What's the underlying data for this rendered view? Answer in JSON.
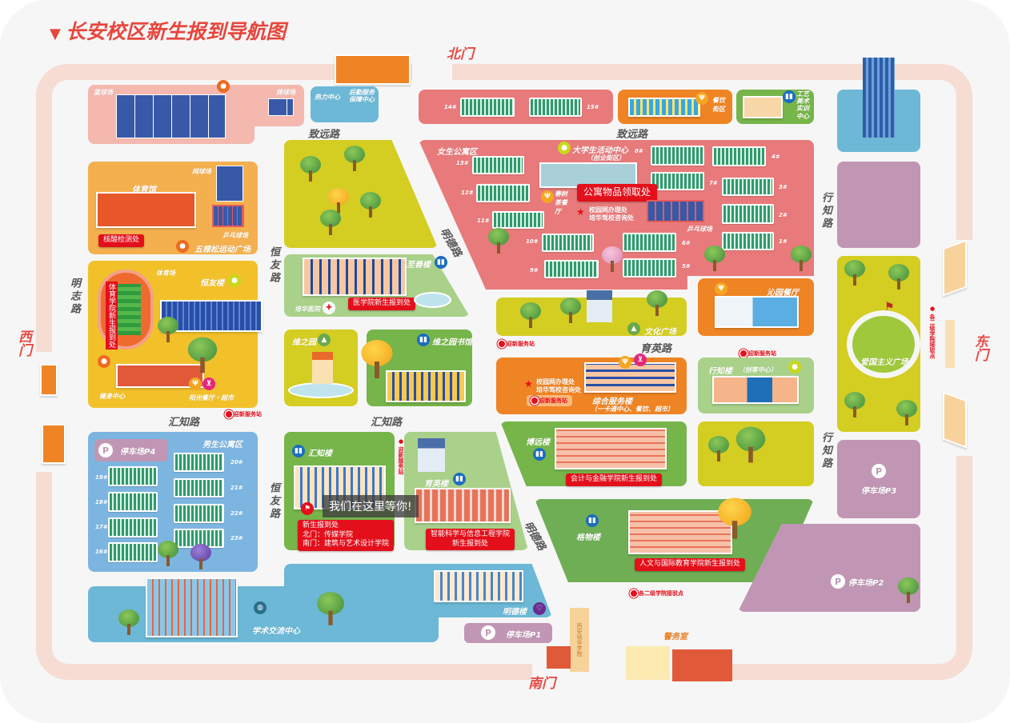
{
  "title": "长安校区新生报到导航图",
  "gates": {
    "north": "北门",
    "south": "南门",
    "west": "西门",
    "east": "东门",
    "plaque": "西安培华学院"
  },
  "roads": {
    "zhiyuan": "致远路",
    "mingde": "明德路",
    "hengyou": "恒友路",
    "mingzhi": "明志路",
    "huizhi": "汇知路",
    "yuying": "育英路",
    "xingzhi": "行知路"
  },
  "places": {
    "basketball": "篮球场",
    "volleyball": "排球场",
    "heat": "热力中心",
    "logistics": "后勤服务保障中心",
    "gym": "体育馆",
    "tennis": "网球场",
    "pingpong": "乒乓球场",
    "nucleic": "核酸检测处",
    "wukesong": "五棵松运动广场",
    "field": "体育场",
    "hengyou_bldg": "恒友楼",
    "sports_college": "体育学院新生报到处",
    "fitness": "健身中心",
    "sunshine": "阳光餐厅・超市",
    "medical": "医学院新生报到处",
    "hospital": "培华医院",
    "zhishan": "至善楼",
    "weizhiyuan": "维之园",
    "library": "维之园书馆",
    "girls": "女生公寓区",
    "activity": "大学生活动中心",
    "activity_sub": "（创业街区）",
    "apartment_goods": "公寓物品领取处",
    "tea": "春树茶餐厅",
    "campus_net": "校园网办理处",
    "driving": "培华驾校咨询处",
    "dining_street": "餐饮街区",
    "art": "工艺美术实训中心",
    "culture": "文化广场",
    "qinyuan": "沁园餐厅",
    "service_bldg": "综合服务楼",
    "service_sub": "（一卡通中心、餐饮、超市）",
    "xingzhi_bldg": "行知楼",
    "xingzhi_sub": "（创客中心）",
    "patriot": "爱国主义广场",
    "boys": "男生公寓区",
    "huizhi_bldg": "汇知楼",
    "huizhi_tag": [
      "新生报到处",
      "北门：传媒学院",
      "南门：建筑与艺术设计学院"
    ],
    "yuying_bldg": "育英楼",
    "yuying_tag": [
      "智能科学与信息工程学院",
      "新生报到处"
    ],
    "boyuan": "博远楼",
    "boyuan_tag": "会计与金融学院新生报到处",
    "gewu": "格物楼",
    "gewu_tag": "人文与国际教育学院新生报到处",
    "academic": "学术交流中心",
    "mingde_bldg": "明德楼",
    "police": "警务室",
    "shuttle": "各二级学院接驳点",
    "welcome": "迎新服务站"
  },
  "parking": {
    "p1": "停车场P1",
    "p2": "停车场P2",
    "p3": "停车场P3",
    "p4": "停车场P4",
    "icon": "P"
  },
  "girls_dorms": [
    "13#",
    "12#",
    "11#",
    "10#",
    "9#",
    "8#",
    "7#",
    "6#",
    "5#",
    "4#",
    "3#",
    "2#",
    "1#",
    "14#",
    "15#"
  ],
  "boys_dorms": [
    "19#",
    "18#",
    "17#",
    "16#",
    "20#",
    "21#",
    "22#",
    "23#"
  ],
  "tooltip": "我们在这里等你!",
  "colors": {
    "title": "#e8453c",
    "tag": "#e30f1b",
    "road_ring": "#f6dcd2"
  }
}
